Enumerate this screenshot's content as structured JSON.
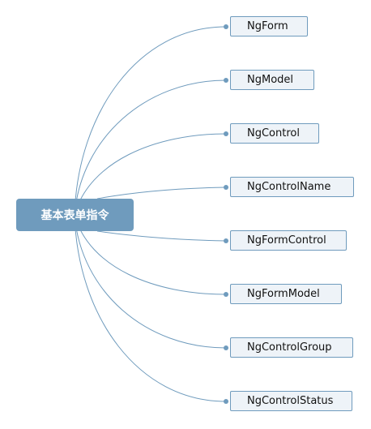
{
  "diagram": {
    "root": {
      "label": "基本表单指令"
    },
    "children": [
      {
        "label": "NgForm"
      },
      {
        "label": "NgModel"
      },
      {
        "label": "NgControl"
      },
      {
        "label": "NgControlName"
      },
      {
        "label": "NgFormControl"
      },
      {
        "label": "NgFormModel"
      },
      {
        "label": "NgControlGroup"
      },
      {
        "label": "NgControlStatus"
      }
    ],
    "colors": {
      "root_fill": "#6f9bbd",
      "child_fill": "#eef3f8",
      "connector": "#6f9bbd"
    }
  }
}
